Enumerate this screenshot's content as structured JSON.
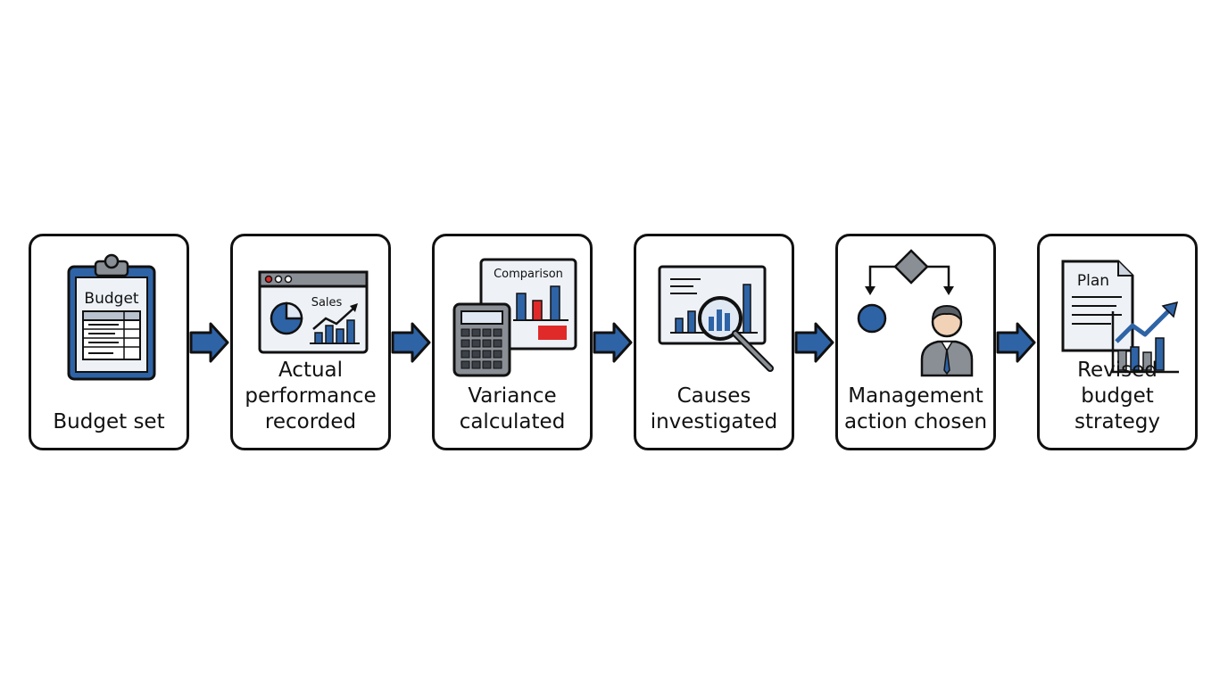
{
  "steps": [
    {
      "label": "Budget set",
      "icon": "clipboard-budget-icon",
      "icon_text": "Budget"
    },
    {
      "label": "Actual performance recorded",
      "icon": "sales-dashboard-icon",
      "icon_text": "Sales"
    },
    {
      "label": "Variance calculated",
      "icon": "calculator-comparison-icon",
      "icon_text": "Comparison"
    },
    {
      "label": "Causes investigated",
      "icon": "magnifier-chart-icon"
    },
    {
      "label": "Management action chosen",
      "icon": "decision-manager-icon"
    },
    {
      "label": "Revised budget strategy",
      "icon": "plan-growth-icon",
      "icon_text": "Plan"
    }
  ],
  "colors": {
    "accent_blue": "#2e63a6",
    "light_blue": "#dfe8f3",
    "gray": "#8a8f96",
    "variance_red": "#e02a2a",
    "border": "#111111"
  }
}
